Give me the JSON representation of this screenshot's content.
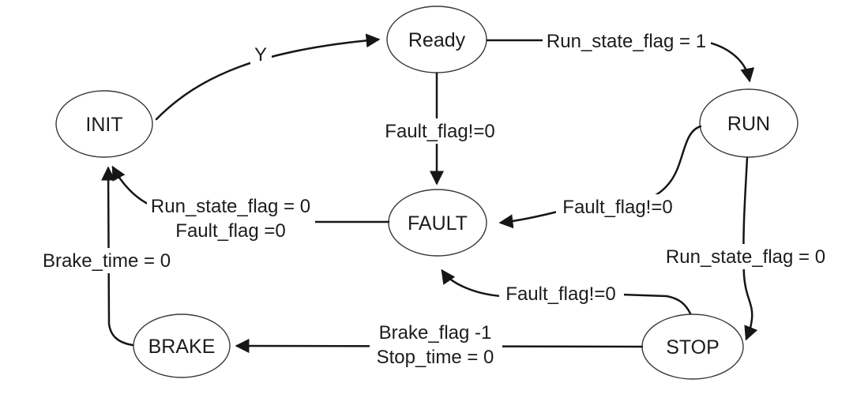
{
  "diagram": {
    "type": "state-machine",
    "background_color": "#ffffff",
    "line_color": "#161616",
    "text_color": "#1c1c1c",
    "node_fill": "#ffffff",
    "node_stroke": "#3a3a3a"
  },
  "states": [
    {
      "label": "INIT"
    },
    {
      "label": "Ready"
    },
    {
      "label": "RUN"
    },
    {
      "label": "FAULT"
    },
    {
      "label": "STOP"
    },
    {
      "label": "BRAKE"
    }
  ],
  "transitions": [
    {
      "from": "INIT",
      "to": "Ready",
      "label": [
        "Y"
      ]
    },
    {
      "from": "Ready",
      "to": "RUN",
      "label": [
        "Run_state_flag = 1"
      ]
    },
    {
      "from": "Ready",
      "to": "FAULT",
      "label": [
        "Fault_flag!=0"
      ]
    },
    {
      "from": "RUN",
      "to": "FAULT",
      "label": [
        "Fault_flag!=0"
      ]
    },
    {
      "from": "RUN",
      "to": "STOP",
      "label": [
        "Run_state_flag = 0"
      ]
    },
    {
      "from": "STOP",
      "to": "FAULT",
      "label": [
        "Fault_flag!=0"
      ]
    },
    {
      "from": "STOP",
      "to": "BRAKE",
      "label": [
        "Brake_flag -1",
        "Stop_time = 0"
      ]
    },
    {
      "from": "BRAKE",
      "to": "INIT",
      "label": [
        "Brake_time = 0"
      ]
    },
    {
      "from": "FAULT",
      "to": "INIT",
      "label": [
        "Run_state_flag = 0",
        "Fault_flag =0"
      ]
    }
  ]
}
